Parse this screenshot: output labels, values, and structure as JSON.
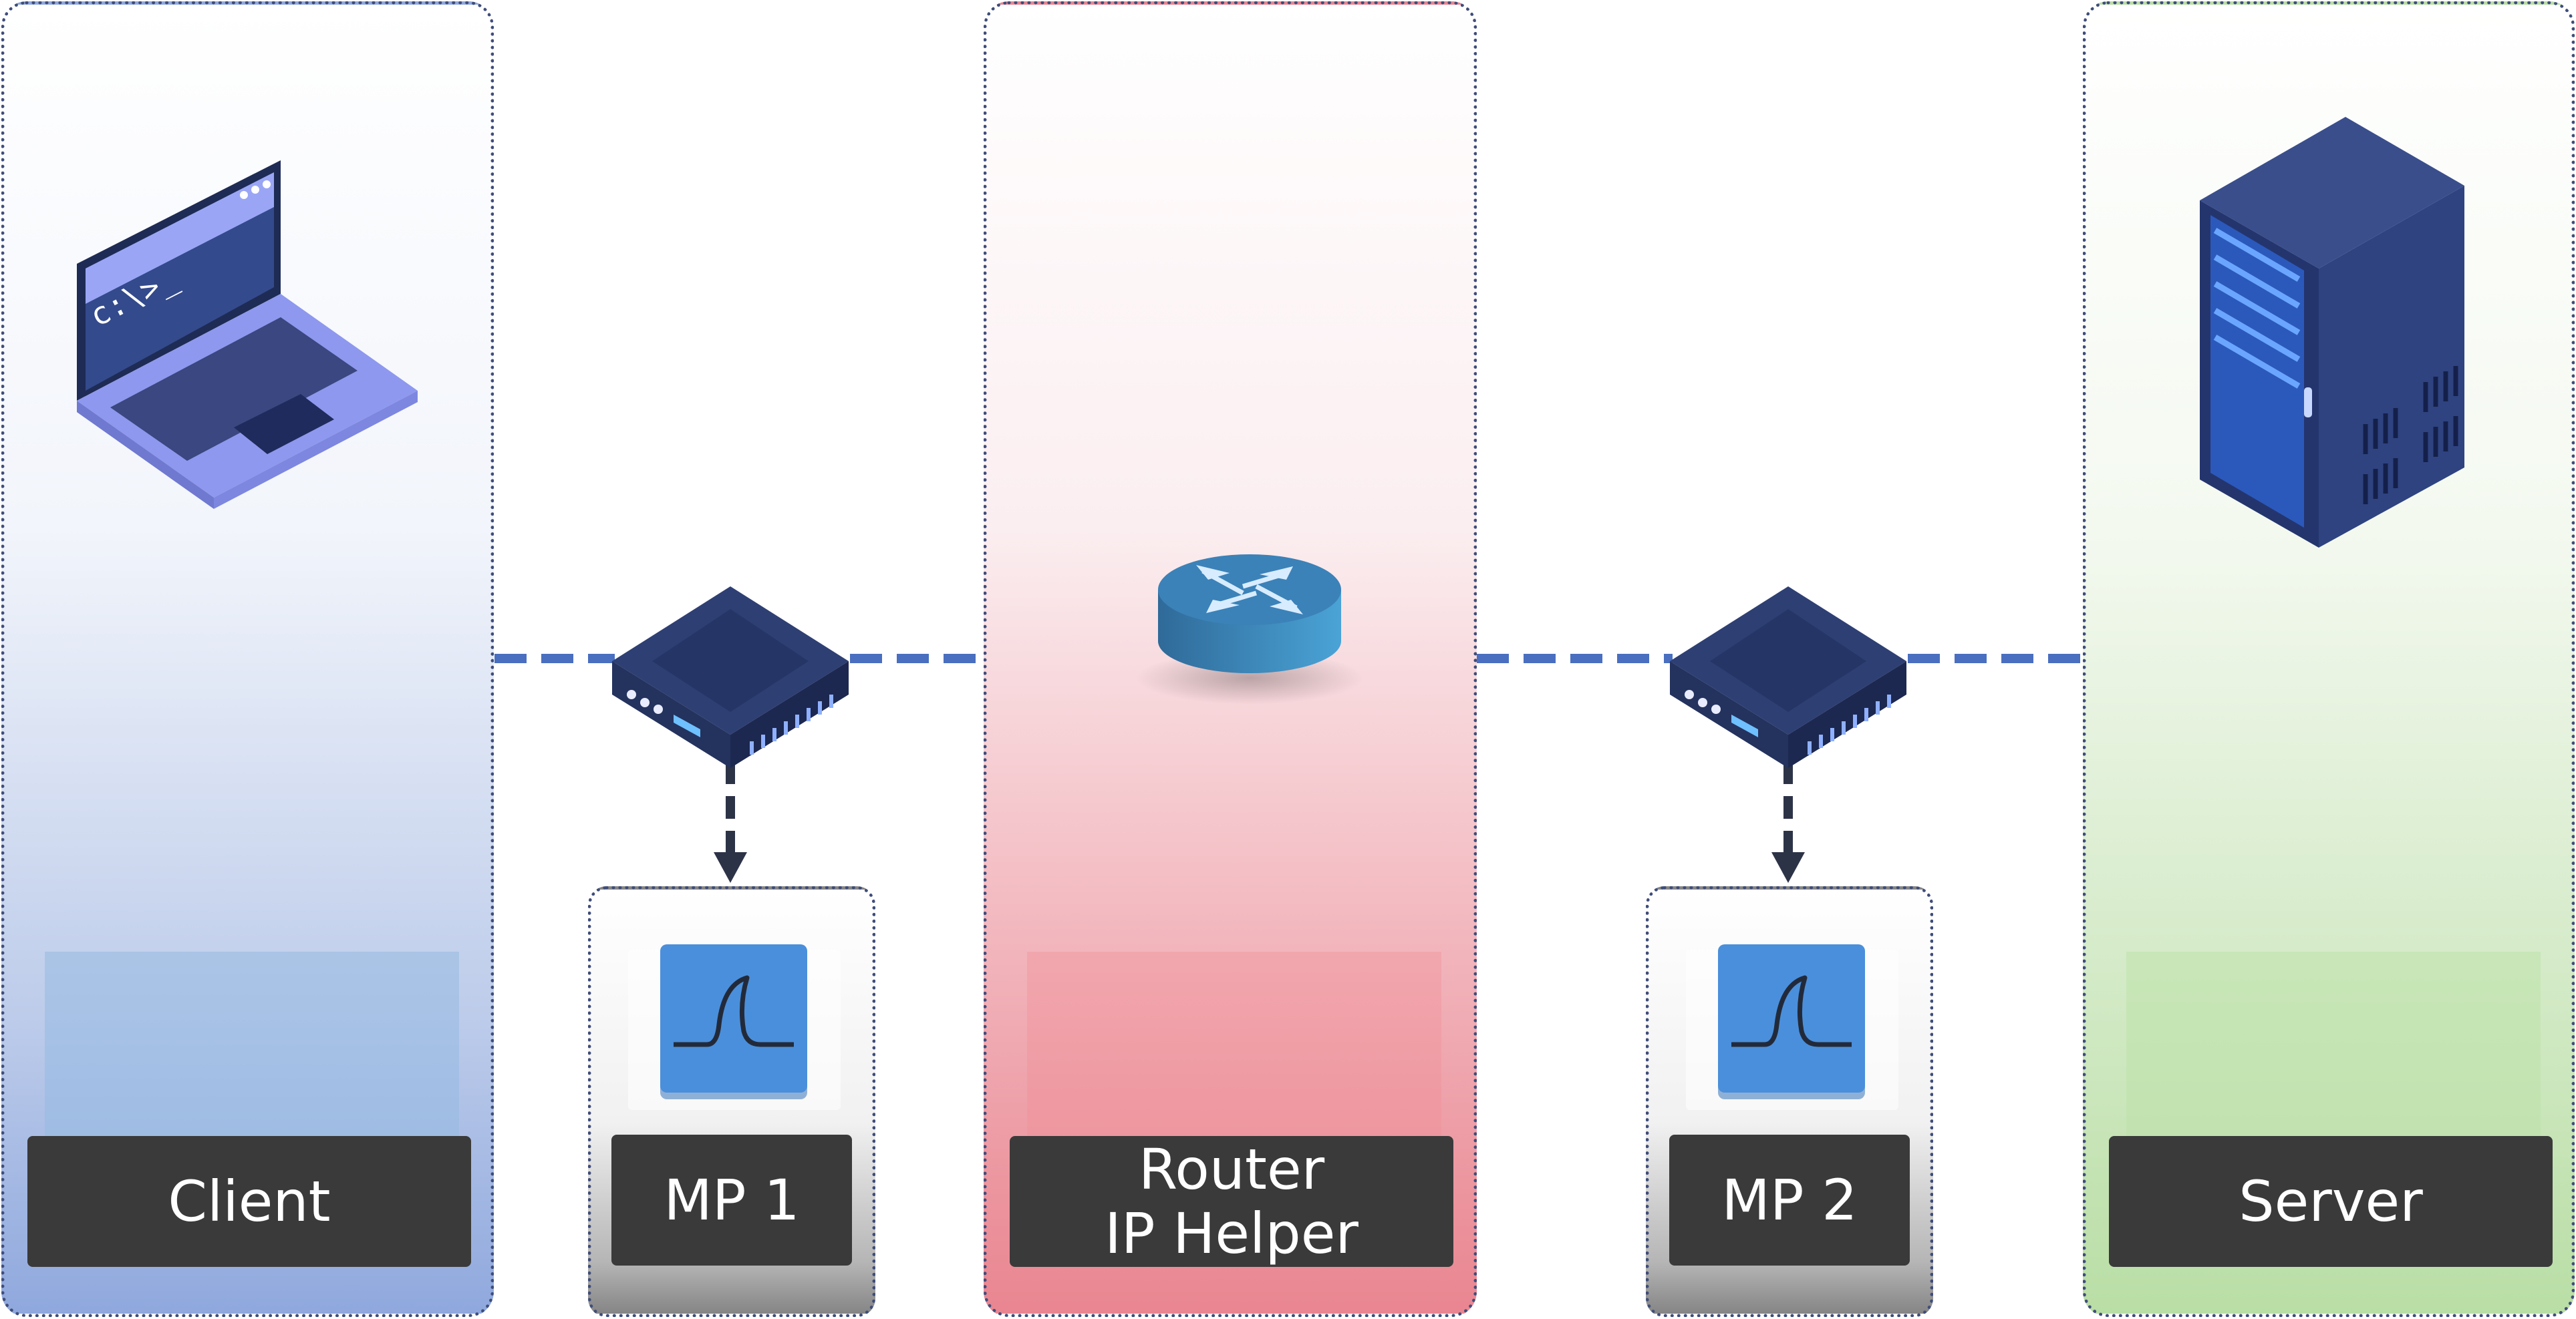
{
  "nodes": {
    "client": {
      "label": "Client",
      "color": "#8fa8dd"
    },
    "mp1": {
      "label": "MP 1"
    },
    "router": {
      "label_line1": "Router",
      "label_line2": "IP Helper",
      "color": "#e98590"
    },
    "mp2": {
      "label": "MP 2"
    },
    "server": {
      "label": "Server",
      "color": "#b9dea5"
    }
  },
  "icons": {
    "client": "laptop-icon",
    "tap1": "network-tap-icon",
    "router": "router-icon",
    "tap2": "network-tap-icon",
    "server": "server-rack-icon",
    "mp": "signal-pulse-icon"
  },
  "laptop_screen_text": "c:\\>_",
  "colors": {
    "link": "#4a6fc0",
    "device_dark": "#2e3f73",
    "arrow": "#2d3347",
    "label_bg": "#3a3a3a"
  }
}
